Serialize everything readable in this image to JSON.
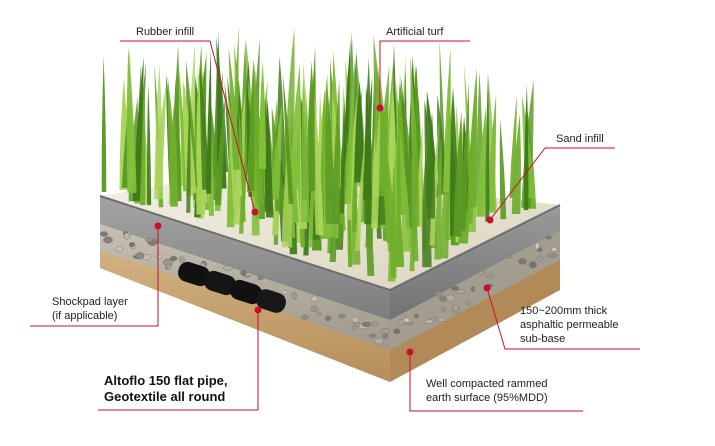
{
  "diagram": {
    "labels": {
      "rubber_infill": "Rubber infill",
      "artificial_turf": "Artificial turf",
      "sand_infill": "Sand infill",
      "shockpad": [
        "Shockpad layer",
        "(if applicable)"
      ],
      "subbase": [
        "150~200mm thick",
        "asphaltic permeable",
        "sub-base"
      ],
      "pipe": [
        "Altoflo 150 flat pipe,",
        "Geotextile all round"
      ],
      "earth": [
        "Well compacted rammed",
        "earth surface (95%MDD)"
      ]
    },
    "colors": {
      "leader": "#c8102e",
      "grass_dark": "#3f7a1a",
      "grass_mid": "#6fae2c",
      "grass_light": "#a9d35a",
      "infill_base": "#e9e4d2",
      "shockpad_top": "#9e9e9e",
      "shockpad_side": "#8b8b8b",
      "gravel": "#b9b3a5",
      "earth": "#c9a676",
      "pipe": "#111111"
    }
  }
}
